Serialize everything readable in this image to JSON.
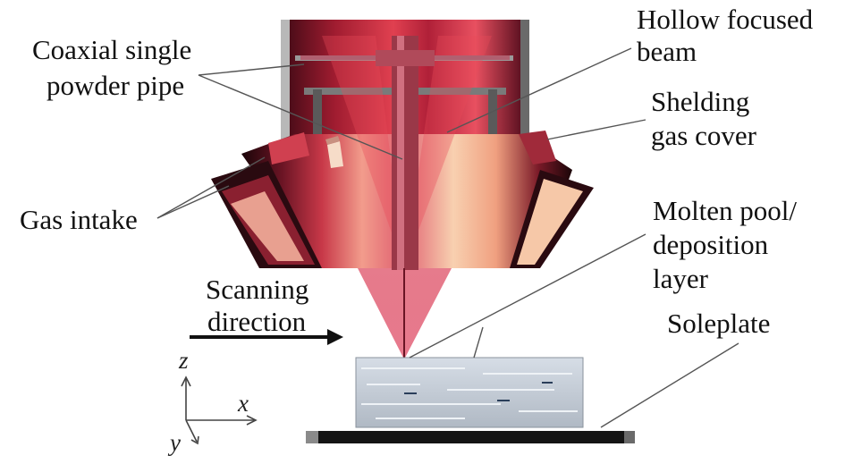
{
  "labels": {
    "hollow_beam_line1": "Hollow focused",
    "hollow_beam_line2": "beam",
    "coaxial_line1": "Coaxial single",
    "coaxial_line2": "powder pipe",
    "shielding_line1": "Shelding",
    "shielding_line2": "gas cover",
    "gas_intake": "Gas intake",
    "molten_line1": "Molten pool/",
    "molten_line2": "deposition",
    "molten_line3": "layer",
    "scanning_line1": "Scanning",
    "scanning_line2": "direction",
    "soleplate": "Soleplate"
  },
  "axes": {
    "z": "z",
    "x": "x",
    "y": "y"
  },
  "colors": {
    "beam_dark": "#5a0f1e",
    "beam_red": "#c8283c",
    "beam_pink": "#f0a08c",
    "nozzle_light": "#f6c8a8",
    "housing_gray": "#8c8c8c",
    "layer_blue": "#c4ccd6",
    "plate_dark": "#151515"
  }
}
